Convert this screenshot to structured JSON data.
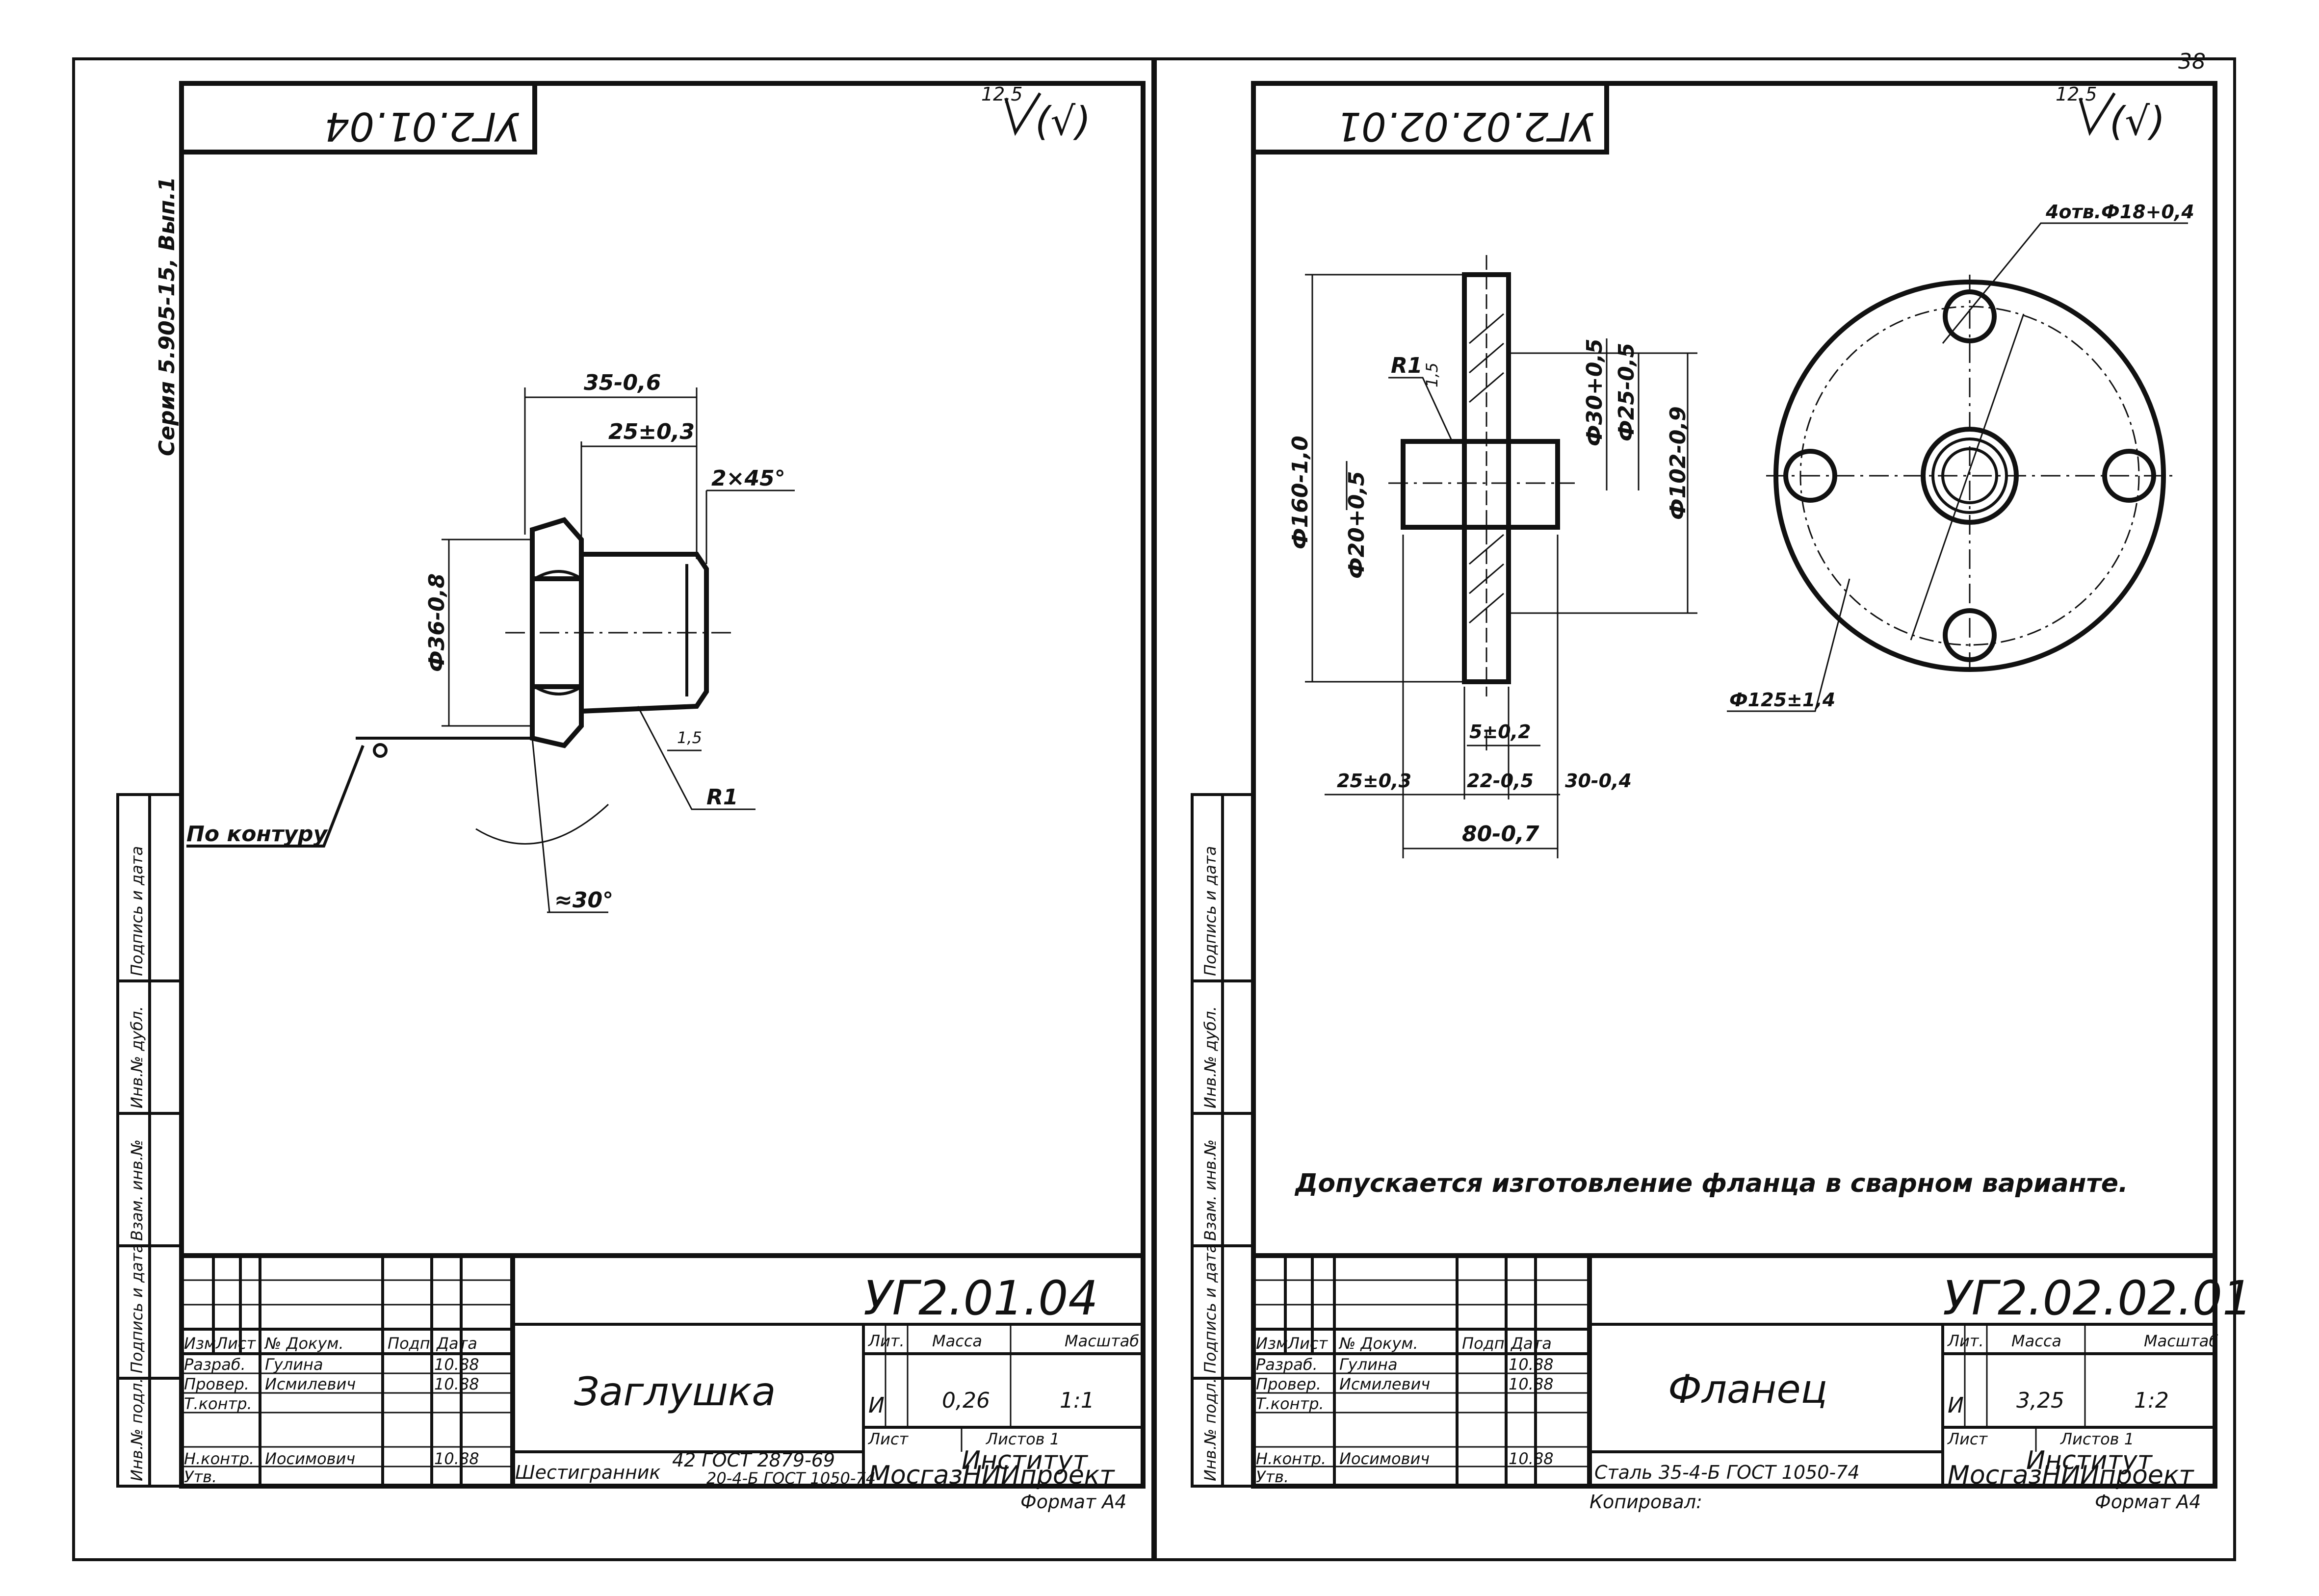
{
  "page_number": "38",
  "left_sheet": {
    "code_top": "УГ2.01.04",
    "series": "Серия 5.905-15, Вып.1",
    "roughness": "12,5",
    "roughness_rest": "(√)",
    "dims": {
      "d35": "35-0,6",
      "d25": "25±0,3",
      "chamfer": "2×45°",
      "dia": "Ф36-0,8",
      "r1": "R1",
      "contour": "По контуру",
      "angle": "≈30°",
      "r2": "1,5"
    },
    "stamp_code": "УГ2.01.04",
    "stamp_title": "Заглушка",
    "rows": [
      "Изм",
      "Лист",
      "№ Докум.",
      "Подп.",
      "Дата"
    ],
    "roles": [
      "Разраб.",
      "Провер.",
      "Т.контр.",
      "",
      "Н.контр.",
      "Утв."
    ],
    "names": [
      "Гулина",
      "Исмилевич",
      "",
      "",
      "Иосимович",
      ""
    ],
    "dates": [
      "10.88",
      "10.88",
      "",
      "",
      "10.88",
      ""
    ],
    "lit": "Лит.",
    "mass_label": "Масса",
    "scale_label": "Масштаб",
    "letter": "И",
    "mass": "0,26",
    "scale": "1:1",
    "sheet_label": "Лист",
    "sheets_label": "Листов 1",
    "material_a": "Шестигранник",
    "material_b": "42  ГОСТ 2879-69",
    "material_c": "20-4-Б  ГОСТ 1050-74",
    "org_a": "Институт",
    "org_b": "МосгазНИИпроект",
    "format": "Формат А4",
    "side_labels": [
      "Инв.№ подл.",
      "Подпись и дата",
      "Взам. инв.№",
      "Инв.№ дубл.",
      "Подпись и дата"
    ]
  },
  "right_sheet": {
    "code_top": "УГ2.02.02.01",
    "roughness": "12,5",
    "roughness_rest": "(√)",
    "dims": {
      "holes": "4отв.Ф18+0,4",
      "d160": "Ф160-1,0",
      "d20": "Ф20+0,5",
      "r1": "R1",
      "r15": "1,5",
      "d30": "Ф30+0,5",
      "d25": "Ф25-0,5",
      "d102": "Ф102-0,9",
      "d5": "5±0,2",
      "d25b": "25±0,3",
      "d22": "22-0,5",
      "d30b": "30-0,4",
      "d80": "80-0,7",
      "d125": "Ф125±1,4"
    },
    "note": "Допускается изготовление фланца в сварном варианте.",
    "stamp_code": "УГ2.02.02.01",
    "stamp_title": "Фланец",
    "material": "Сталь 35-4-Б  ГОСТ 1050-74",
    "rows": [
      "Изм",
      "Лист",
      "№ Докум.",
      "Подп.",
      "Дата"
    ],
    "roles": [
      "Разраб.",
      "Провер.",
      "Т.контр.",
      "",
      "Н.контр.",
      "Утв."
    ],
    "names": [
      "Гулина",
      "Исмилевич",
      "",
      "",
      "Иосимович",
      ""
    ],
    "dates": [
      "10.88",
      "10.88",
      "",
      "",
      "10.88",
      ""
    ],
    "lit": "Лит.",
    "mass_label": "Масса",
    "scale_label": "Масштаб",
    "letter": "И",
    "mass": "3,25",
    "scale": "1:2",
    "sheet_label": "Лист",
    "sheets_label": "Листов 1",
    "org_a": "Институт",
    "org_b": "МосгазНИИпроект",
    "copied": "Копировал:",
    "format": "Формат А4",
    "side_labels": [
      "Инв.№ подл.",
      "Подпись и дата",
      "Взам. инв.№",
      "Инв.№ дубл.",
      "Подпись и дата"
    ]
  }
}
